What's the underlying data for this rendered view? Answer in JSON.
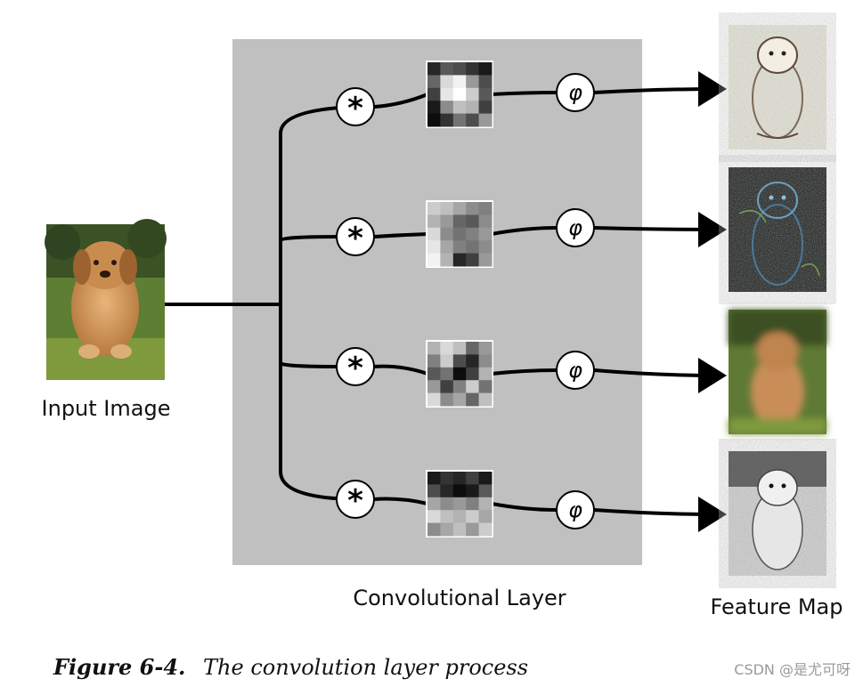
{
  "diagram": {
    "input_label": "Input Image",
    "layer_label": "Convolutional Layer",
    "output_label": "Feature Map",
    "conv_operator_symbol": "*",
    "activation_symbol": "φ",
    "branch_count": 4,
    "input_image": {
      "name": "puppy-photo",
      "colors": [
        "#6f8f3a",
        "#d49a5a",
        "#b97a3e",
        "#4d6a2a"
      ]
    },
    "kernels": [
      {
        "name": "kernel-1",
        "cells": [
          [
            0.15,
            0.35,
            0.3,
            0.2,
            0.1
          ],
          [
            0.4,
            0.85,
            0.95,
            0.6,
            0.3
          ],
          [
            0.25,
            0.9,
            1.0,
            0.8,
            0.35
          ],
          [
            0.1,
            0.55,
            0.75,
            0.7,
            0.25
          ],
          [
            0.05,
            0.2,
            0.45,
            0.3,
            0.6
          ]
        ]
      },
      {
        "name": "kernel-2",
        "cells": [
          [
            0.8,
            0.75,
            0.65,
            0.55,
            0.5
          ],
          [
            0.7,
            0.6,
            0.4,
            0.35,
            0.55
          ],
          [
            0.85,
            0.55,
            0.45,
            0.5,
            0.6
          ],
          [
            0.9,
            0.65,
            0.5,
            0.45,
            0.55
          ],
          [
            0.95,
            0.7,
            0.15,
            0.25,
            0.6
          ]
        ]
      },
      {
        "name": "kernel-3",
        "cells": [
          [
            0.7,
            0.85,
            0.75,
            0.4,
            0.6
          ],
          [
            0.5,
            0.8,
            0.3,
            0.15,
            0.55
          ],
          [
            0.35,
            0.45,
            0.05,
            0.25,
            0.7
          ],
          [
            0.6,
            0.25,
            0.5,
            0.8,
            0.45
          ],
          [
            0.85,
            0.55,
            0.65,
            0.4,
            0.75
          ]
        ]
      },
      {
        "name": "kernel-4",
        "cells": [
          [
            0.1,
            0.2,
            0.15,
            0.25,
            0.1
          ],
          [
            0.3,
            0.15,
            0.05,
            0.1,
            0.35
          ],
          [
            0.65,
            0.55,
            0.6,
            0.5,
            0.7
          ],
          [
            0.85,
            0.75,
            0.7,
            0.8,
            0.65
          ],
          [
            0.55,
            0.65,
            0.75,
            0.6,
            0.8
          ]
        ]
      }
    ],
    "feature_maps": [
      {
        "name": "edge-light",
        "style": "sketch"
      },
      {
        "name": "edge-dark",
        "style": "neon"
      },
      {
        "name": "blurred",
        "style": "blur"
      },
      {
        "name": "grayscale",
        "style": "gray"
      }
    ]
  },
  "caption": {
    "figure_label": "Figure 6-4.",
    "text": "The convolution layer process"
  },
  "watermark": "CSDN @是尤可呀"
}
